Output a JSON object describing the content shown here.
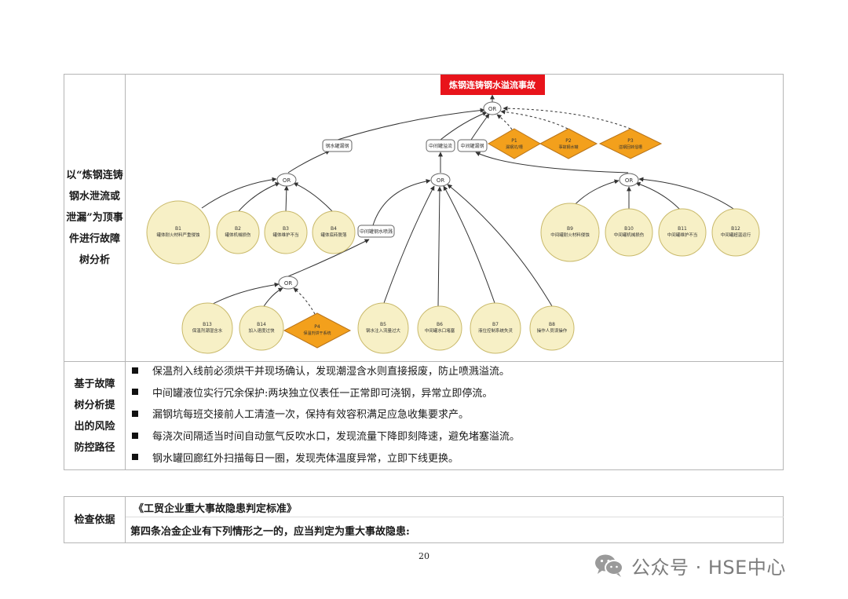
{
  "upper_table": {
    "left_label_lines": [
      "以“炼钢连铸",
      "钢水泄流或",
      "泄漏”为顶事",
      "件进行故障",
      "树分析"
    ]
  },
  "fault_tree": {
    "top_event": "炼钢连铸钢水溢流事故",
    "gates": {
      "top": "OR",
      "left": "OR",
      "center": "OR",
      "right": "OR",
      "lower": "OR"
    },
    "intermediate_events": {
      "m1": "钢水罐漏钢",
      "m2": "中间罐溢流",
      "m3": "中间罐漏钢",
      "m4": "中间罐钢水喷溅"
    },
    "undeveloped_events": [
      {
        "id": "P1",
        "label": "漏钢坑/槽"
      },
      {
        "id": "P2",
        "label": "事故钢水罐"
      },
      {
        "id": "P3",
        "label": "溢钢回转溜槽"
      },
      {
        "id": "P4",
        "label": "保温剂烘干系统"
      }
    ],
    "basic_events": [
      {
        "id": "B1",
        "label": "罐体耐火材料严重侵蚀"
      },
      {
        "id": "B2",
        "label": "罐体机械损伤"
      },
      {
        "id": "B3",
        "label": "罐体维护不当"
      },
      {
        "id": "B4",
        "label": "罐体底砖脱落"
      },
      {
        "id": "B5",
        "label": "钢水注入流量过大"
      },
      {
        "id": "B6",
        "label": "中间罐水口堵塞"
      },
      {
        "id": "B7",
        "label": "液位控制系统失灵"
      },
      {
        "id": "B8",
        "label": "操作人员误操作"
      },
      {
        "id": "B9",
        "label": "中间罐耐火材料侵蚀"
      },
      {
        "id": "B10",
        "label": "中间罐机械损伤"
      },
      {
        "id": "B11",
        "label": "中间罐维护不当"
      },
      {
        "id": "B12",
        "label": "中间罐超温运行"
      },
      {
        "id": "B13",
        "label": "保温剂潮湿含水"
      },
      {
        "id": "B14",
        "label": "加入速度过快"
      }
    ]
  },
  "risk_section": {
    "label_lines": [
      "基于故障",
      "树分析提",
      "出的风险",
      "防控路径"
    ],
    "bullets": [
      "保温剂入线前必须烘干并现场确认，发现潮湿含水则直接报废，防止喷溅溢流。",
      "中间罐液位实行冗余保护:两块独立仪表任一正常即可浇钢，异常立即停流。",
      "漏钢坑每班交接前人工清渣一次，保持有效容积满足应急收集要求产。",
      "每浇次间隔适当时间自动氩气反吹水口，发现流量下降即刻降速，避免堵塞溢流。",
      "钢水罐回廊红外扫描每日一圈，发现壳体温度异常，立即下线更换。"
    ]
  },
  "lower_table": {
    "label": "检查依据",
    "line1": "《工贸企业重大事故隐患判定标准》",
    "line2": "第四条冶金企业有下列情形之一的，应当判定为重大事故隐患:"
  },
  "page_number": "20",
  "watermark": {
    "text": "公众号 · HSE中心",
    "icon": "wechat-icon"
  },
  "colors": {
    "top_event_bg": "#e8141b",
    "diamond_fill": "#f3a01c",
    "circle_fill": "#f7f0c6",
    "circle_stroke": "#c9b96a",
    "border": "#b5b5b5"
  }
}
